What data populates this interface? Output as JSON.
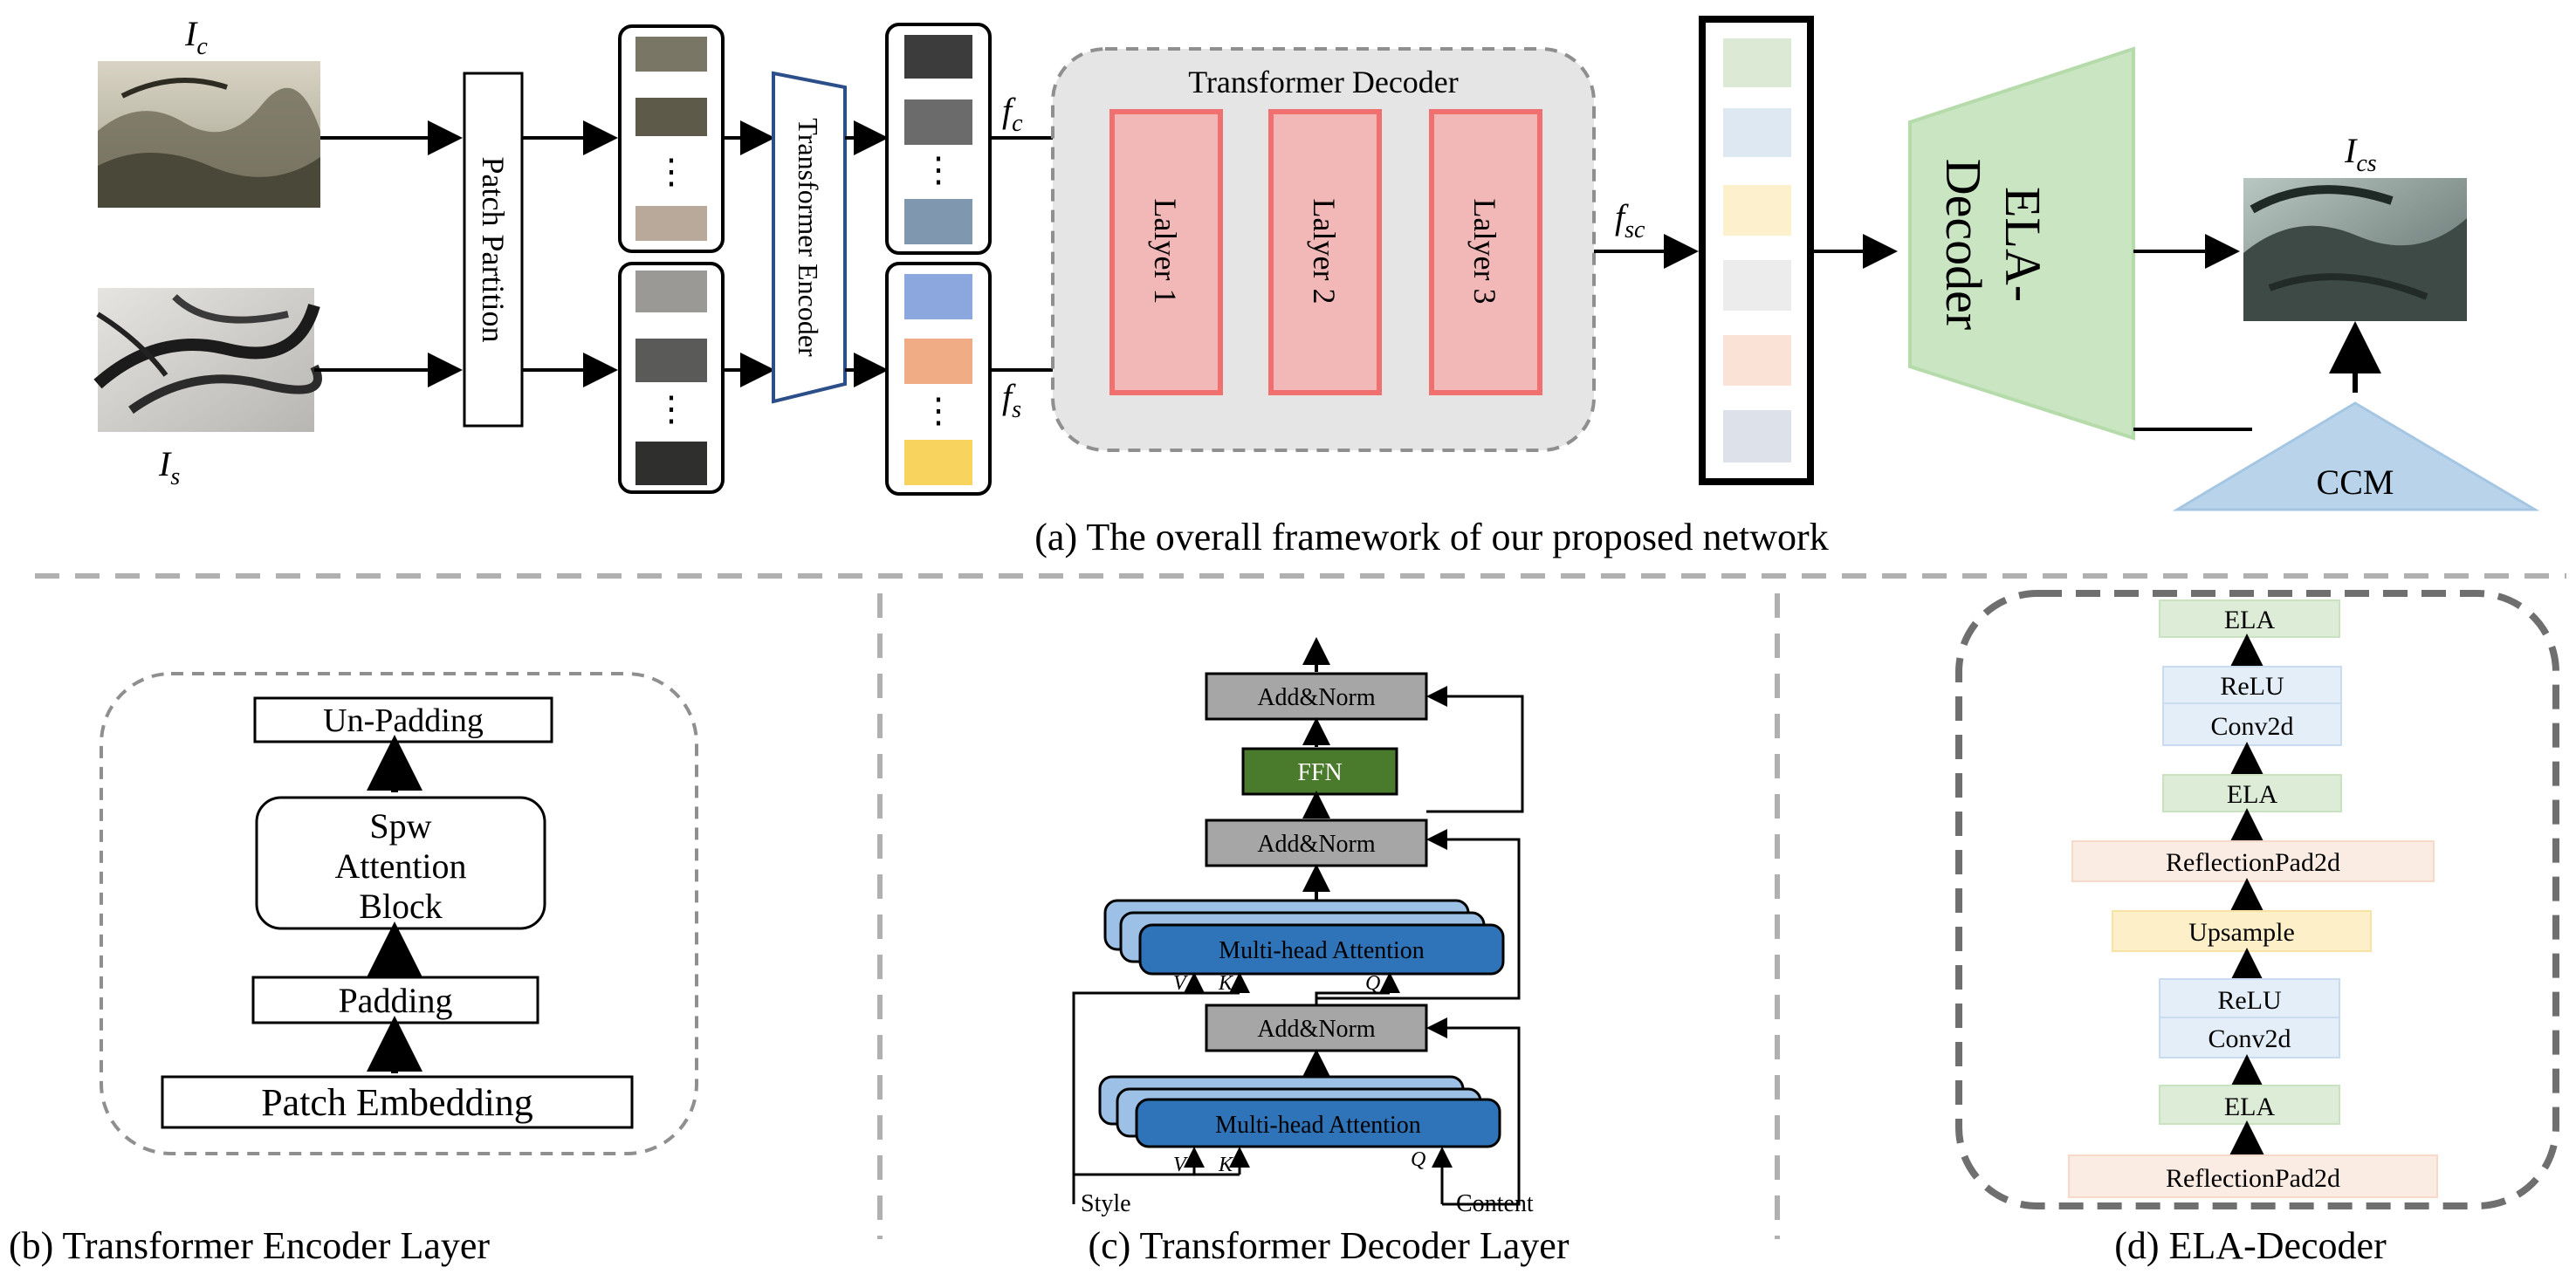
{
  "panel_a": {
    "labels": {
      "ic": "I",
      "ic_sub": "c",
      "is": "I",
      "is_sub": "s",
      "ics": "I",
      "ics_sub": "cs",
      "fc": "f",
      "fc_sub": "c",
      "fs": "f",
      "fs_sub": "s",
      "fsc": "f",
      "fsc_sub": "sc"
    },
    "patch_partition": "Patch Partition",
    "transformer_encoder": "Transformer Encoder",
    "transformer_decoder_title": "Transformer Decoder",
    "layers": [
      "Lalyer 1",
      "Lalyer 2",
      "Lalyer 3"
    ],
    "ela_decoder_line1": "ELA-",
    "ela_decoder_line2": "Decoder",
    "ccm": "CCM",
    "ellipsis": "⋮",
    "caption": "(a) The overall framework of our proposed network",
    "content_token_colors": [
      "#3c3c3c",
      "#6b6b6b",
      "#8097b0"
    ],
    "style_token_colors": [
      "#8ca7dd",
      "#f0ad85",
      "#f8d45e"
    ],
    "fused_token_colors": [
      "#dce9d4",
      "#dde8f3",
      "#fdf0cc",
      "#ececec",
      "#fae3d6",
      "#dde2ea"
    ]
  },
  "panel_b": {
    "unpadding": "Un-Padding",
    "spw_line1": "Spw",
    "spw_line2": "Attention",
    "spw_line3": "Block",
    "padding": "Padding",
    "patch_embedding": "Patch Embedding",
    "caption": "(b) Transformer Encoder Layer"
  },
  "panel_c": {
    "add_norm": "Add&Norm",
    "ffn": "FFN",
    "mha": "Multi-head Attention",
    "v": "V",
    "k": "K",
    "q": "Q",
    "style": "Style",
    "content": "Content",
    "caption": "(c) Transformer Decoder Layer"
  },
  "panel_d": {
    "ela": "ELA",
    "relu": "ReLU",
    "conv2d": "Conv2d",
    "reflection_pad": "ReflectionPad2d",
    "upsample": "Upsample",
    "caption": "(d) ELA-Decoder"
  },
  "colors": {
    "layer_fill": "#f2b7b7",
    "layer_stroke": "#f06f6f",
    "decoder_bg": "#e5e5e5",
    "ela_green": "#c9e5c2",
    "ccm_blue": "#b9d4ea",
    "mha_blue": "#2f74b9",
    "ffn_green": "#4a7a2c",
    "addnorm_gray": "#a6a6a6"
  }
}
